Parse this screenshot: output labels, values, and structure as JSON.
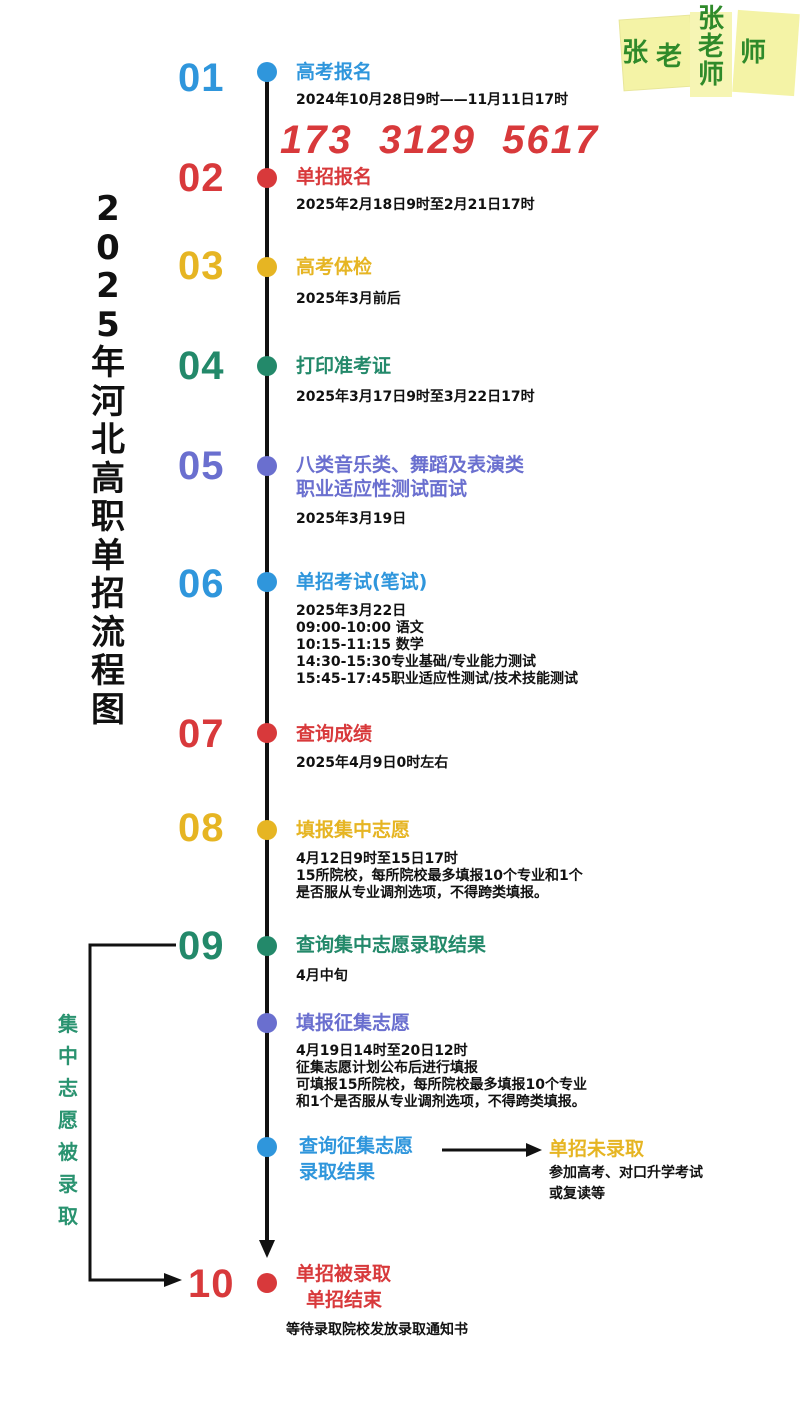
{
  "title": "2025年河北高职单招流程图",
  "title_chars": [
    "2",
    "0",
    "2",
    "5",
    "年",
    "河",
    "北",
    "高",
    "职",
    "单",
    "招",
    "流",
    "程",
    "图"
  ],
  "watermark": {
    "text_horizontal": [
      "张",
      "老",
      "师"
    ],
    "text_vertical": [
      "张",
      "老",
      "师"
    ],
    "note_color": "#f4f3a6",
    "text_color": "#2f8a2a"
  },
  "phone": "173  3129  5617",
  "colors": {
    "blue": "#2f96dc",
    "red": "#d8393b",
    "yellow": "#e6b523",
    "green": "#23896a",
    "purple": "#6a6fcf",
    "phone_red": "#d8393b",
    "side_green": "#2a9370"
  },
  "steps": [
    {
      "num": "01",
      "title": "高考报名",
      "desc": "2024年10月28日9时——11月11日17时",
      "color": "#2f96dc"
    },
    {
      "num": "02",
      "title": "单招报名",
      "desc": "2025年2月18日9时至2月21日17时",
      "color": "#d8393b"
    },
    {
      "num": "03",
      "title": "高考体检",
      "desc": "2025年3月前后",
      "color": "#e6b523"
    },
    {
      "num": "04",
      "title": "打印准考证",
      "desc": "2025年3月17日9时至3月22日17时",
      "color": "#23896a"
    },
    {
      "num": "05",
      "title_lines": [
        "八类音乐类、舞蹈及表演类",
        "职业适应性测试面试"
      ],
      "desc": "2025年3月19日",
      "color": "#6a6fcf"
    },
    {
      "num": "06",
      "title": "单招考试(笔试)",
      "desc_lines": [
        "2025年3月22日",
        "09:00-10:00 语文",
        "10:15-11:15 数学",
        "14:30-15:30专业基础/专业能力测试",
        "15:45-17:45职业适应性测试/技术技能测试"
      ],
      "color": "#2f96dc"
    },
    {
      "num": "07",
      "title": "查询成绩",
      "desc": "2025年4月9日0时左右",
      "color": "#d8393b"
    },
    {
      "num": "08",
      "title": "填报集中志愿",
      "desc_lines": [
        "4月12日9时至15日17时",
        "15所院校，每所院校最多填报10个专业和1个",
        "是否服从专业调剂选项，不得跨类填报。"
      ],
      "color": "#e6b523"
    },
    {
      "num": "09",
      "title": "查询集中志愿录取结果",
      "desc": "4月中旬",
      "color": "#23896a"
    },
    {
      "num": "",
      "title": "填报征集志愿",
      "desc_lines": [
        "4月19日14时至20日12时",
        "征集志愿计划公布后进行填报",
        "可填报15所院校，每所院校最多填报10个专业",
        "和1个是否服从专业调剂选项，不得跨类填报。"
      ],
      "color": "#6a6fcf"
    },
    {
      "num": "",
      "title_lines": [
        "查询征集志愿",
        "录取结果"
      ],
      "color": "#2f96dc"
    },
    {
      "num": "10",
      "title_lines": [
        "单招被录取",
        "单招结束"
      ],
      "desc": "等待录取院校发放录取通知书",
      "color": "#d8393b"
    }
  ],
  "branch": {
    "title": "单招未录取",
    "desc_lines": [
      "参加高考、对口升学考试",
      "或复读等"
    ],
    "color": "#e6b523"
  },
  "side_label": {
    "chars": [
      "集",
      "中",
      "志",
      "愿",
      "被",
      "录",
      "取"
    ],
    "color": "#2a9370"
  }
}
